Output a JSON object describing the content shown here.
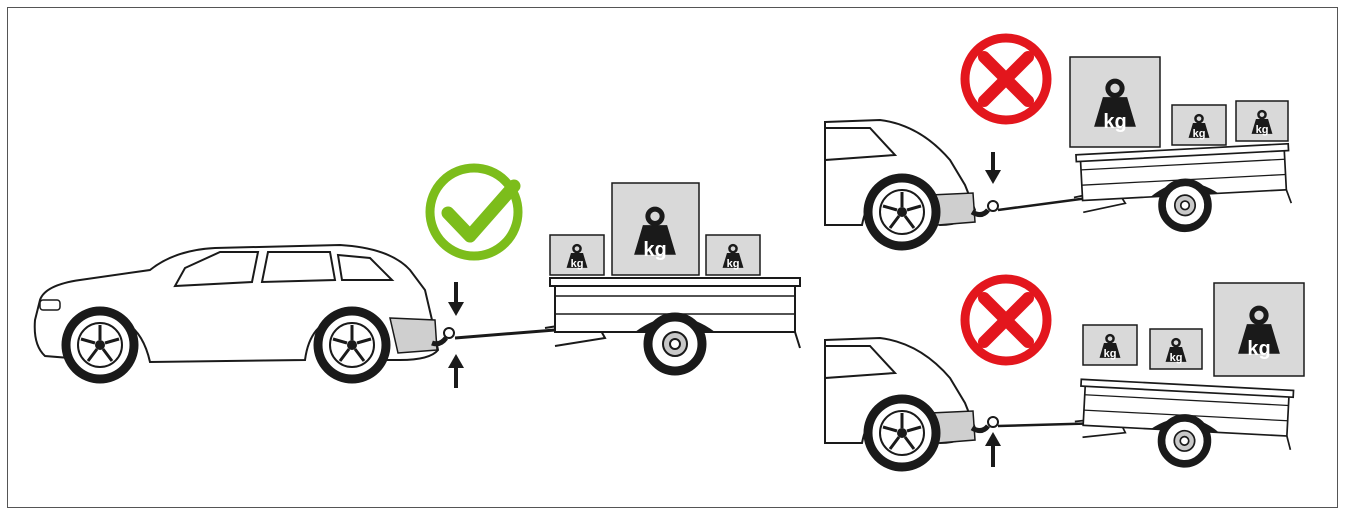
{
  "weight_unit_label": "kg",
  "colors": {
    "correct": "#7cbd1b",
    "incorrect": "#e3161d",
    "weight_box": "#d9d9d9",
    "weight_icon": "#1a1a1a",
    "bumper": "#cfcfcf",
    "line": "#1a1a1a"
  },
  "scenarios": [
    {
      "id": "correct",
      "verdict": "correct",
      "icon": "check-circle-icon",
      "load_placement": "heaviest in middle over axle",
      "nose_weight_arrows": [
        "down",
        "up"
      ]
    },
    {
      "id": "too-much-nose-weight",
      "verdict": "incorrect",
      "icon": "cross-circle-icon",
      "load_placement": "heaviest at front",
      "nose_weight_arrows": [
        "down"
      ]
    },
    {
      "id": "too-little-nose-weight",
      "verdict": "incorrect",
      "icon": "cross-circle-icon",
      "load_placement": "heaviest at rear",
      "nose_weight_arrows": [
        "up"
      ]
    }
  ]
}
